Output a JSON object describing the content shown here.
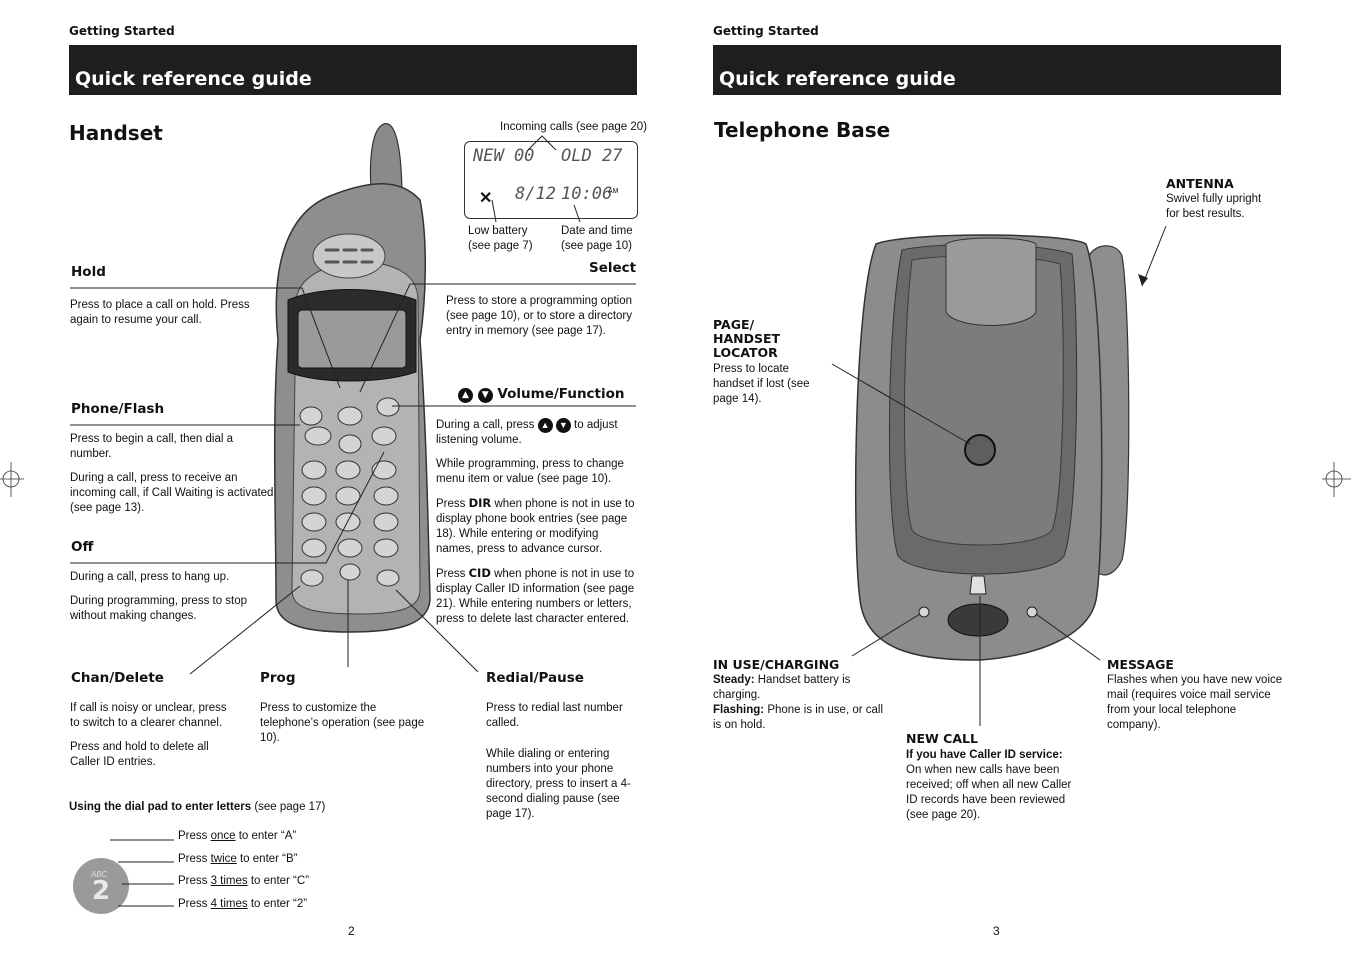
{
  "left": {
    "section": "Getting Started",
    "banner": "Quick reference guide",
    "heading": "Handset",
    "display": {
      "incoming": "Incoming calls (see page 20)",
      "new": "NEW 00",
      "old": "OLD 27",
      "date": "8/12",
      "time": "10:06",
      "ampm": "AM",
      "low_battery": "Low battery",
      "low_battery_ref": "(see page 7)",
      "date_time": "Date and time",
      "date_time_ref": "(see page 10)"
    },
    "hold": {
      "label": "Hold",
      "text": "Press to place a call on hold. Press again to resume your call."
    },
    "select": {
      "label": "Select",
      "text": "Press to store a programming option (see page 10), or to store a directory entry in memory (see page 17)."
    },
    "phone_flash": {
      "label": "Phone/Flash",
      "p1": "Press to begin a call, then dial a number.",
      "p2": "During a call, press to receive an incoming call, if Call Waiting is activated (see page 13)."
    },
    "volume": {
      "label": "Volume/Function",
      "p1a": "During a call, press",
      "p1b": "to adjust listening volume.",
      "p2": "While programming, press to change menu item or value (see page 10).",
      "p3a": "Press",
      "p3key": "DIR",
      "p3b": "when phone is not in use to display phone book entries (see page 18). While entering or modifying names, press to advance cursor.",
      "p4a": "Press",
      "p4key": "CID",
      "p4b": "when phone is not in use to display Caller ID information (see page 21). While entering numbers or letters, press to delete last character entered."
    },
    "off": {
      "label": "Off",
      "p1": "During a call, press to hang up.",
      "p2": "During programming, press to stop without making changes."
    },
    "chan_delete": {
      "label": "Chan/Delete",
      "p1": "If call is noisy or unclear, press to switch to a clearer channel.",
      "p2": "Press and hold to delete all Caller ID entries."
    },
    "prog": {
      "label": "Prog",
      "p1": "Press to customize the telephone’s operation (see page 10)."
    },
    "redial": {
      "label": "Redial/Pause",
      "p1": "Press to redial last number called.",
      "p2": "While dialing or entering numbers into your phone directory, press to insert a 4-second dialing pause (see page 17)."
    },
    "dialpad": {
      "title": "Using the dial pad to enter letters",
      "title_ref": "(see page 17)",
      "key_letters": "ABC",
      "key_digit": "2",
      "rows": [
        {
          "pre": "Press ",
          "u": "once",
          "post": " to enter “A”"
        },
        {
          "pre": "Press ",
          "u": "twice",
          "post": " to enter “B”"
        },
        {
          "pre": "Press ",
          "u": "3 times",
          "post": " to enter “C”"
        },
        {
          "pre": "Press ",
          "u": "4 times",
          "post": " to enter “2”"
        }
      ]
    },
    "page_number": "2"
  },
  "right": {
    "section": "Getting Started",
    "banner": "Quick reference guide",
    "heading": "Telephone Base",
    "antenna": {
      "label": "ANTENNA",
      "text": "Swivel fully upright for best results."
    },
    "page_locator": {
      "l1": "PAGE/",
      "l2": "HANDSET",
      "l3": "LOCATOR",
      "text": "Press to locate handset if lost (see page 14)."
    },
    "in_use": {
      "label": "IN USE/CHARGING",
      "k1": "Steady:",
      "t1": " Handset battery is charging.",
      "k2": "Flashing:",
      "t2": " Phone is in use, or call is on hold."
    },
    "message": {
      "label": "MESSAGE",
      "text": "Flashes when you have new voice mail (requires voice mail service from your local telephone company)."
    },
    "new_call": {
      "label": "NEW CALL",
      "k1": "If you have Caller ID service:",
      "t1": " On when new calls have been received; off when all new Caller ID records have been reviewed (see page 20)."
    },
    "page_number": "3"
  },
  "colors": {
    "banner": "#1e1e1e",
    "device": "#8c8c8c",
    "device_dark": "#5a5a5a",
    "lcd": "#3a3a3a"
  }
}
